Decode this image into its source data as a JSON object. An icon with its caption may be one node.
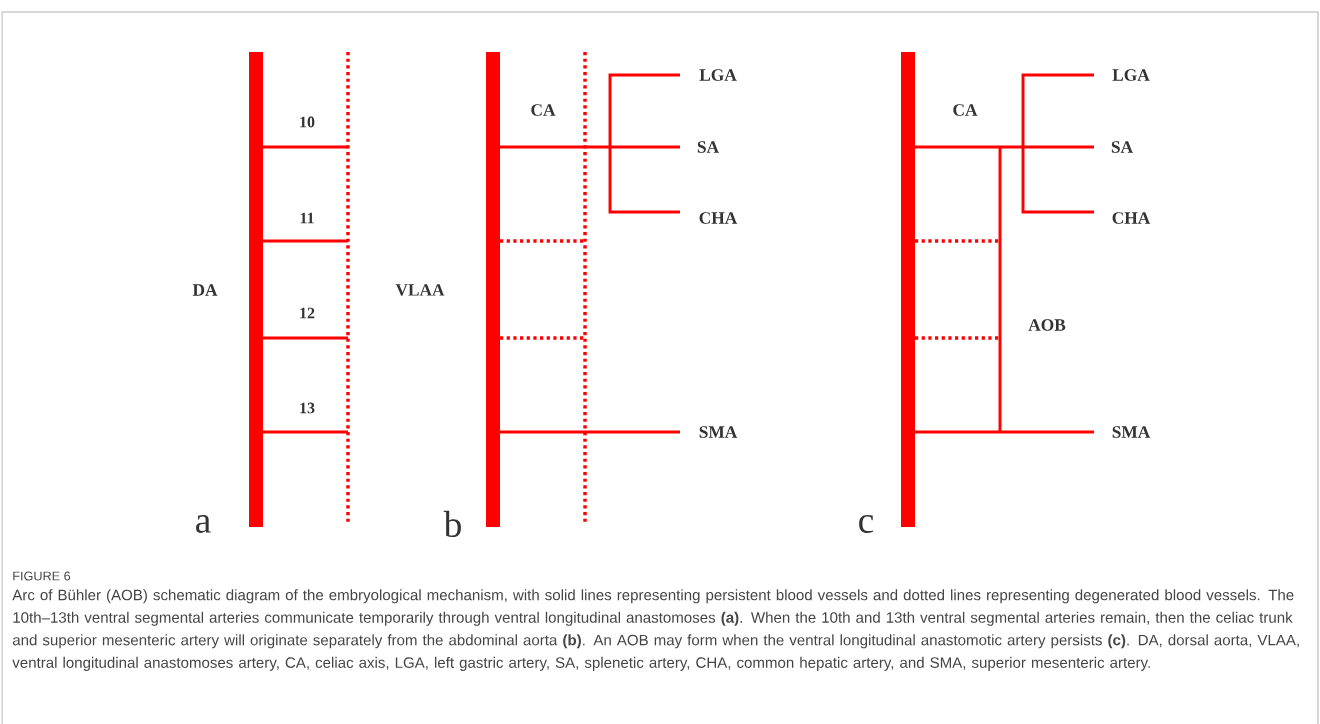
{
  "diagram": {
    "title": "FIGURE 6",
    "caption": "Arc of Bühler (AOB) schematic diagram of the embryological mechanism, with solid lines representing persistent blood vessels and dotted lines representing degenerated blood vessels. The 10th–13th ventral segmental arteries communicate temporarily through ventral longitudinal anastomoses **(a)**. When the 10th and 13th ventral segmental arteries remain, then the celiac trunk and superior mesenteric artery will originate separately from the abdominal aorta **(b)**. An AOB may form when the ventral longitudinal anastomotic artery persists **(c)**. DA, dorsal aorta, VLAA, ventral longitudinal anastomoses artery, CA, celiac axis, LGA, left gastric artery, SA, splenetic artery, CHA, common hepatic artery, and SMA, superior mesenteric artery.",
    "labels": [
      "10",
      "11",
      "12",
      "13",
      "DA",
      "a",
      "CA",
      "VLAA",
      "LGA",
      "SA",
      "CHA",
      "SMA",
      "b",
      "CA",
      "LGA",
      "SA",
      "CHA",
      "AOB",
      "SMA",
      "c"
    ]
  }
}
